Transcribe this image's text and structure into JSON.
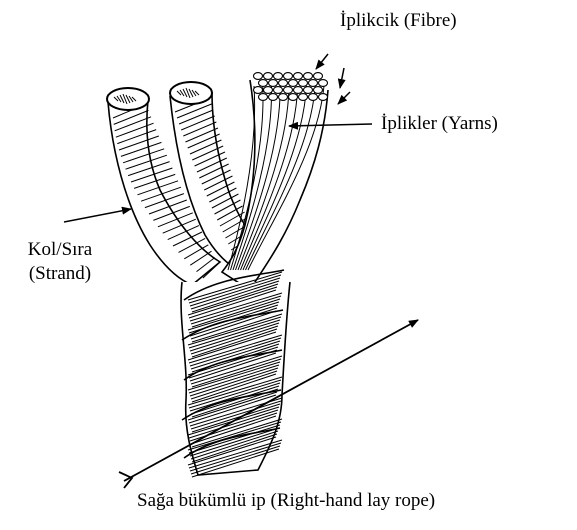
{
  "diagram": {
    "labels": {
      "fibre": "İplikcik (Fibre)",
      "yarns": "İplikler (Yarns)",
      "strand_line1": "Kol/Sıra",
      "strand_line2": "(Strand)",
      "rope": "Sağa bükümlü ip (Right-hand lay rope)"
    },
    "colors": {
      "ink": "#000000",
      "paper": "#ffffff"
    }
  }
}
